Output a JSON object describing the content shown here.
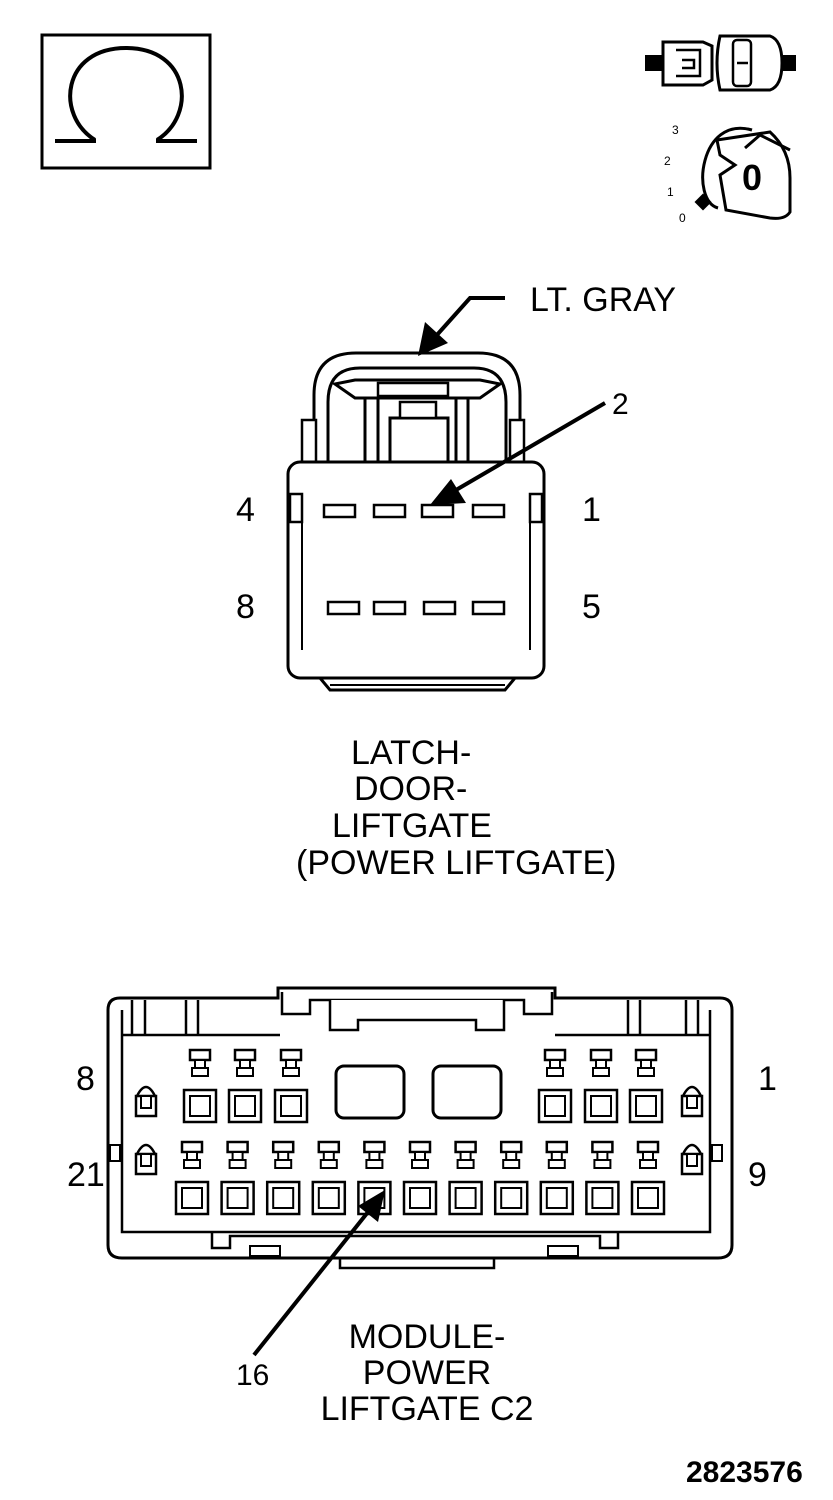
{
  "callouts": {
    "color_label": "LT. GRAY",
    "latch_pin_callout": "2",
    "module_pin_callout": "16"
  },
  "latch_connector": {
    "name_lines": [
      "LATCH-",
      "DOOR-",
      "LIFTGATE",
      "(POWER LIFTGATE)"
    ],
    "pin_labels": {
      "top_left": "4",
      "top_right": "1",
      "bottom_left": "8",
      "bottom_right": "5"
    }
  },
  "module_connector": {
    "name_lines": [
      "MODULE-",
      "POWER",
      "LIFTGATE C2"
    ],
    "pin_labels": {
      "top_left": "8",
      "top_right": "1",
      "bottom_left": "21",
      "bottom_right": "9"
    }
  },
  "key_switch": {
    "positions": [
      "3",
      "2",
      "1",
      "0"
    ],
    "key_label": "0"
  },
  "figure_number": "2823576",
  "icons": [
    "ohm-symbol-icon",
    "connector-disconnect-icon",
    "ignition-key-off-icon"
  ]
}
